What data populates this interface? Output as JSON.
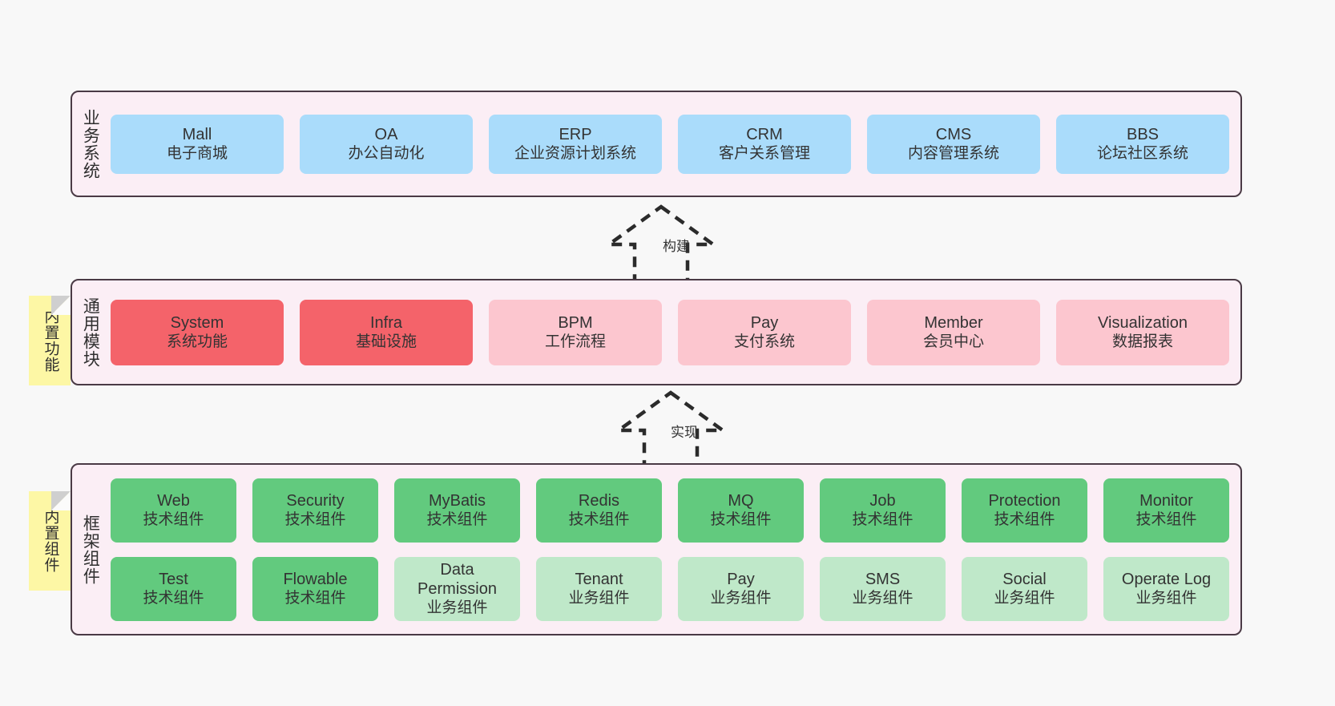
{
  "diagram": {
    "title": "",
    "colors": {
      "layer_bg": "#fbeef5",
      "layer_border": "#4a3a45",
      "blue": "#aadcfb",
      "red": "#f4636a",
      "pink": "#fcc6cf",
      "green": "#62ca7e",
      "green_light": "#bfe8c9",
      "note_yellow": "#fdf7a5",
      "canvas_bg": "#f8f8f8"
    }
  },
  "notes": [
    {
      "label": "内置功能"
    },
    {
      "label": "内置组件"
    }
  ],
  "arrows": [
    {
      "label": "构建",
      "direction": "up",
      "style": "dashed-hollow"
    },
    {
      "label": "实现",
      "direction": "up",
      "style": "dashed-hollow"
    }
  ],
  "layers": [
    {
      "title": "业务系统",
      "rows": [
        {
          "cells": [
            {
              "en": "Mall",
              "cn": "电子商城",
              "color": "blue"
            },
            {
              "en": "OA",
              "cn": "办公自动化",
              "color": "blue"
            },
            {
              "en": "ERP",
              "cn": "企业资源计划系统",
              "color": "blue"
            },
            {
              "en": "CRM",
              "cn": "客户关系管理",
              "color": "blue"
            },
            {
              "en": "CMS",
              "cn": "内容管理系统",
              "color": "blue"
            },
            {
              "en": "BBS",
              "cn": "论坛社区系统",
              "color": "blue"
            }
          ]
        }
      ]
    },
    {
      "title": "通用模块",
      "rows": [
        {
          "cells": [
            {
              "en": "System",
              "cn": "系统功能",
              "color": "red"
            },
            {
              "en": "Infra",
              "cn": "基础设施",
              "color": "red"
            },
            {
              "en": "BPM",
              "cn": "工作流程",
              "color": "pink"
            },
            {
              "en": "Pay",
              "cn": "支付系统",
              "color": "pink"
            },
            {
              "en": "Member",
              "cn": "会员中心",
              "color": "pink"
            },
            {
              "en": "Visualization",
              "cn": "数据报表",
              "color": "pink"
            }
          ]
        }
      ]
    },
    {
      "title": "框架组件",
      "rows": [
        {
          "cells": [
            {
              "en": "Web",
              "cn": "技术组件",
              "color": "green"
            },
            {
              "en": "Security",
              "cn": "技术组件",
              "color": "green"
            },
            {
              "en": "MyBatis",
              "cn": "技术组件",
              "color": "green"
            },
            {
              "en": "Redis",
              "cn": "技术组件",
              "color": "green"
            },
            {
              "en": "MQ",
              "cn": "技术组件",
              "color": "green"
            },
            {
              "en": "Job",
              "cn": "技术组件",
              "color": "green"
            },
            {
              "en": "Protection",
              "cn": "技术组件",
              "color": "green"
            },
            {
              "en": "Monitor",
              "cn": "技术组件",
              "color": "green"
            }
          ]
        },
        {
          "cells": [
            {
              "en": "Test",
              "cn": "技术组件",
              "color": "green"
            },
            {
              "en": "Flowable",
              "cn": "技术组件",
              "color": "green"
            },
            {
              "en": "Data Permission",
              "cn": "业务组件",
              "color": "green_light"
            },
            {
              "en": "Tenant",
              "cn": "业务组件",
              "color": "green_light"
            },
            {
              "en": "Pay",
              "cn": "业务组件",
              "color": "green_light"
            },
            {
              "en": "SMS",
              "cn": "业务组件",
              "color": "green_light"
            },
            {
              "en": "Social",
              "cn": "业务组件",
              "color": "green_light"
            },
            {
              "en": "Operate Log",
              "cn": "业务组件",
              "color": "green_light"
            }
          ]
        }
      ]
    }
  ]
}
